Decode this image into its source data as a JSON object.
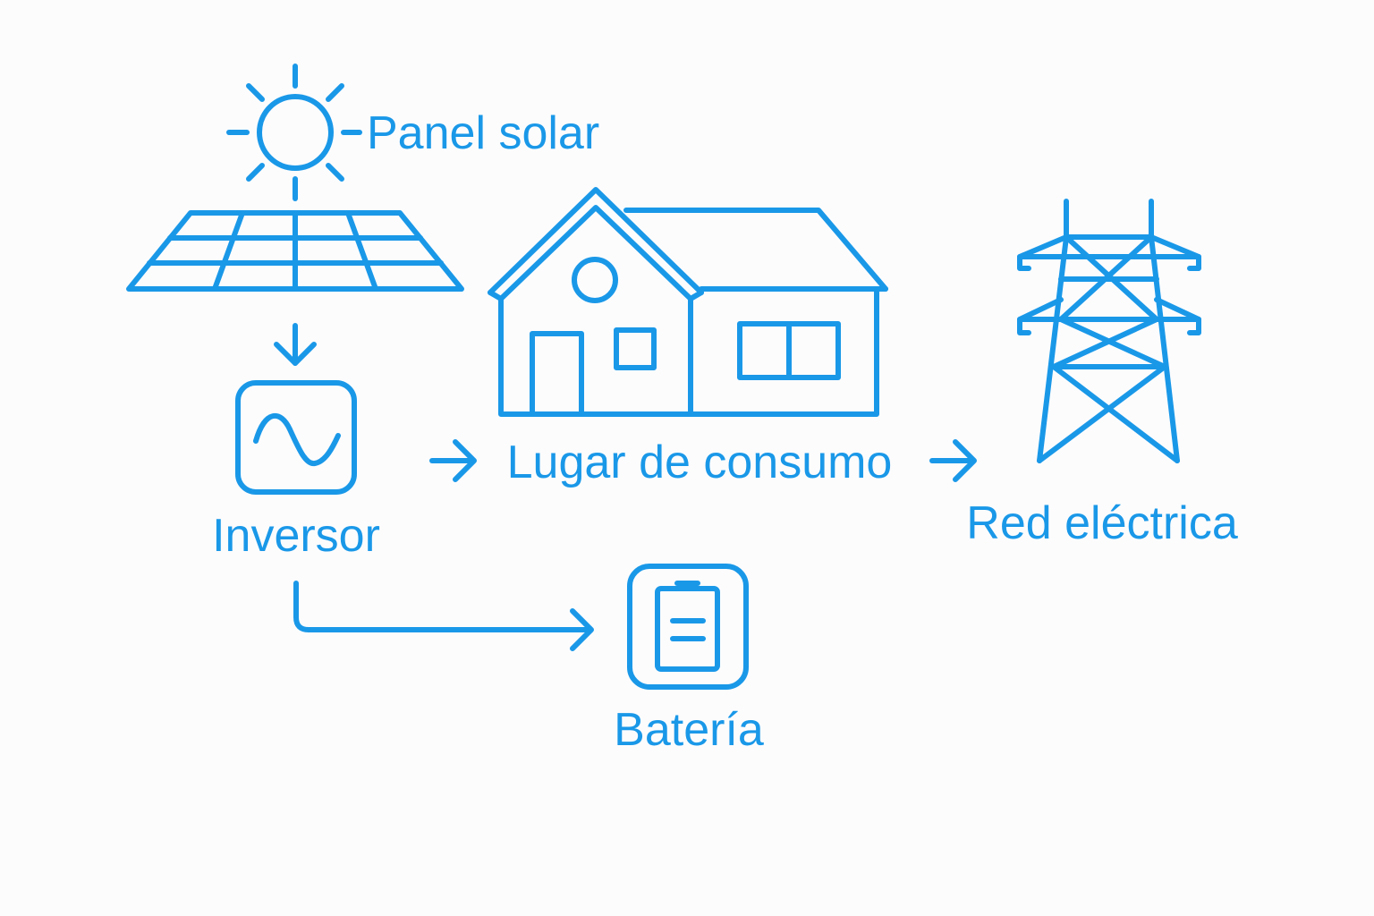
{
  "colors": {
    "accent": "#1a98e8",
    "background": "#fcfcfd"
  },
  "labels": {
    "panel": "Panel solar",
    "inverter": "Inversor",
    "consumption": "Lugar de consumo",
    "grid": "Red eléctrica",
    "battery": "Batería"
  },
  "icons": {
    "sun": "sun-icon",
    "solar_panel": "solar-panel-icon",
    "inverter": "inverter-sine-wave-icon",
    "house": "house-icon",
    "tower": "transmission-tower-icon",
    "battery": "battery-icon"
  }
}
